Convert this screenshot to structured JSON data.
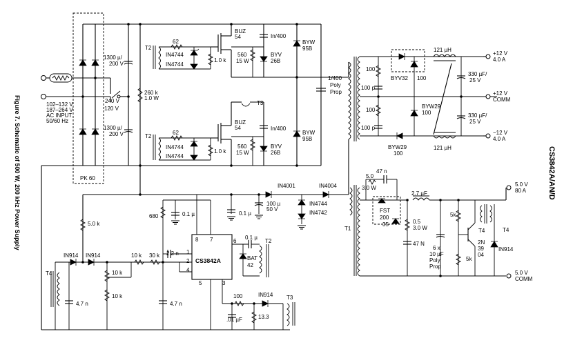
{
  "figure_caption": "Figure 7. Schematic of 500 W, 200 kHz Power Supply",
  "part_number": "CS3842A/AN/D",
  "input": {
    "line1": "102–132 V",
    "line2": "187–264 V",
    "line3": "AC INPUT",
    "line4": "50/60 Hz",
    "sw240": "240 V",
    "sw120": "120 V"
  },
  "bridge_label": "PK 60",
  "caps": {
    "bulk_top": [
      "1300 µ/",
      "200 V"
    ],
    "bulk_bot": [
      "1300 µ/",
      "200 V"
    ]
  },
  "r_bleed": [
    "260 k",
    "1.0 W"
  ],
  "upper_stage": {
    "t": "T2",
    "r62": "62",
    "z1": "IN4744",
    "z2": "IN4744",
    "r1k": "1.0 k",
    "fet": [
      "BUZ",
      "54"
    ],
    "cap": "In/400",
    "r560": [
      "560",
      "15 W"
    ],
    "byv": [
      "BYV",
      "26B"
    ],
    "byw": [
      "BYW",
      "95B"
    ]
  },
  "lower_stage": {
    "t": "T2",
    "r62": "62",
    "z1": "IN4744",
    "z2": "IN4744",
    "r1k": "1.0 k",
    "fet": [
      "BUZ",
      "54"
    ],
    "cap": "In/400",
    "r560": [
      "560",
      "15 W"
    ],
    "byv": [
      "BYV",
      "26B"
    ],
    "byw": [
      "BYW",
      "95B"
    ],
    "t3": "T3"
  },
  "coupling_cap": [
    "1/400",
    "Poly",
    "Prop"
  ],
  "secondary12": {
    "r100a": "100",
    "c100p_a": "100 p",
    "r100b": "100",
    "c100p_b": "100 p",
    "d_top": "BYV32",
    "d_top_r": "100",
    "d_bot": "BYW29",
    "d_bot_r": "100",
    "d_mid": "BYW29",
    "d_mid_r": "100",
    "l_top": "121 µH",
    "l_bot": "121 µH",
    "c_top": [
      "330 µF/",
      "25 V"
    ],
    "c_bot": [
      "330 µF/",
      "25 V"
    ]
  },
  "outputs": [
    {
      "v": "+12 V",
      "i": "4.0 A"
    },
    {
      "v": "+12 V",
      "i": "COMM"
    },
    {
      "v": "−12 V",
      "i": "4.0 A"
    },
    {
      "v": "5.0 V",
      "i": "80 A"
    },
    {
      "v": "5.0 V",
      "i": "COMM"
    }
  ],
  "secondary5": {
    "r5": "5.0",
    "c47n": "47 n",
    "r3w": "3.0 W",
    "l27": "2.7 µF",
    "fst": [
      "FST",
      "200",
      "35"
    ],
    "r05": [
      "0.5",
      "3.0 W"
    ],
    "c47N": "47 N",
    "cout": [
      "6 x",
      "10 µF",
      "Poly",
      "Prop"
    ],
    "r5k_a": "5k",
    "r5k_b": "5k",
    "q": [
      "2N",
      "39",
      "04"
    ],
    "t4a": "T4",
    "t4b": "T4",
    "d914": "IN914",
    "t1": "T1"
  },
  "aux": {
    "d4001": "IN4001",
    "d4004": "IN4004",
    "z4744": "IN4744",
    "z4742": "IN4742",
    "c100u": [
      "100 µ",
      "50 V"
    ],
    "c01a": "0.1 µ",
    "c01b": "0.1 µ",
    "r680": "680"
  },
  "control": {
    "ic": "CS3842A",
    "pins": [
      "8",
      "7",
      "6",
      "1",
      "2",
      "4",
      "5",
      "3"
    ],
    "r5k": "5.0 k",
    "d914a": "IN914",
    "d914b": "IN914",
    "t4": "T4",
    "c47n_a": "4.7 n",
    "r10k_a": "10 k",
    "r10k_b": "10 k",
    "r10k_c": "10 k",
    "r30k": "30 k",
    "c22n": "2.2 n",
    "c47n_b": "4.7 n",
    "c01": "0.1 µ",
    "bat": [
      "BAT",
      "42"
    ],
    "t2": "T2",
    "r100": "100",
    "d914c": "IN914",
    "t3": "T3",
    "c01u": ".01 µF",
    "r133": "13.3"
  }
}
